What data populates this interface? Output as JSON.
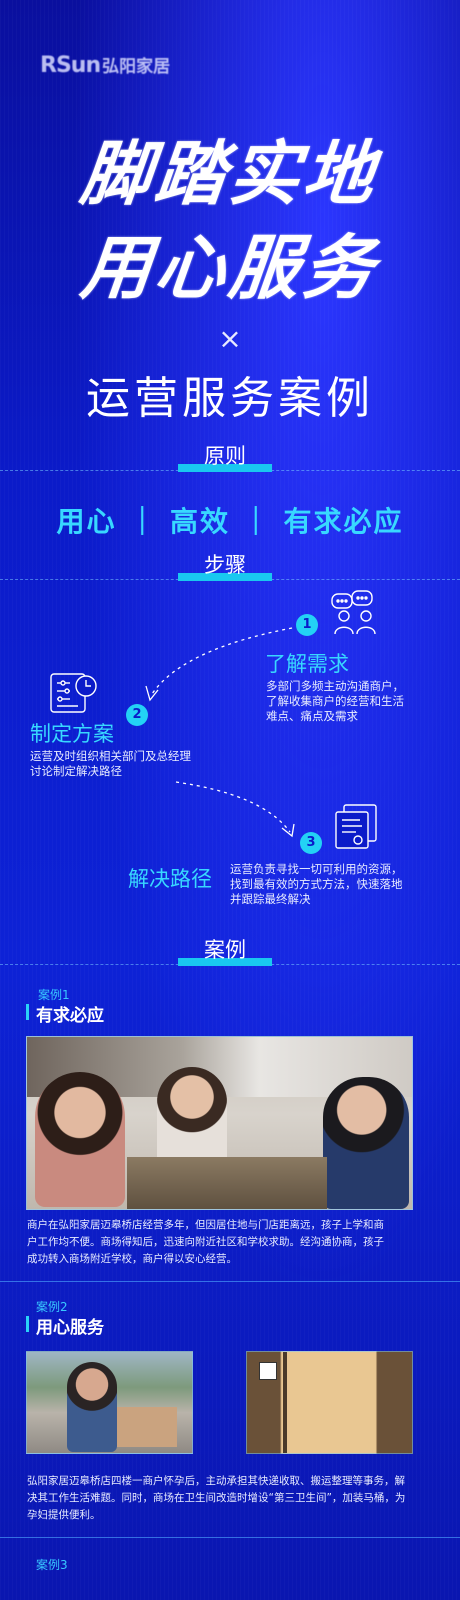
{
  "brand": {
    "logo_latin": "RSun",
    "logo_cn": "弘阳家居"
  },
  "hero": {
    "line1": "脚踏实地",
    "line2": "用心服务",
    "times": "×",
    "subtitle": "运营服务案例"
  },
  "principle": {
    "heading": "原则",
    "text": "用心 ｜ 高效 ｜ 有求必应"
  },
  "steps": {
    "heading": "步骤",
    "items": [
      {
        "num": "1",
        "title": "了解需求",
        "desc_lines": [
          "多部门多频主动沟通商户，",
          "了解收集商户的经营和生活",
          "难点、痛点及需求"
        ],
        "icon": "people-chat-icon"
      },
      {
        "num": "2",
        "title": "制定方案",
        "desc_lines": [
          "运营及时组织相关部门及总经理",
          "讨论制定解决路径"
        ],
        "icon": "plan-board-icon"
      },
      {
        "num": "3",
        "title": "解决路径",
        "desc_lines": [
          "运营负责寻找一切可利用的资源，",
          "找到最有效的方式方法，快速落地",
          "并跟踪最终解决"
        ],
        "icon": "document-icon"
      }
    ]
  },
  "cases": {
    "heading": "案例",
    "items": [
      {
        "label": "案例1",
        "title": "有求必应",
        "desc_lines": [
          "商户在弘阳家居迈皋桥店经营多年，但因居住地与门店距离远，孩子上学和商",
          "户工作均不便。商场得知后，迅速向附近社区和学校求助。经沟通协商，孩子",
          "成功转入商场附近学校，商户得以安心经营。"
        ]
      },
      {
        "label": "案例2",
        "title": "用心服务",
        "desc_lines": [
          "弘阳家居迈皋桥店四楼一商户怀孕后，主动承担其快递收取、搬运整理等事务，解",
          "决其工作生活难题。同时，商场在卫生间改造时增设“第三卫生间”，加装马桶，为",
          "孕妇提供便利。"
        ]
      },
      {
        "label": "案例3"
      }
    ]
  },
  "colors": {
    "accent": "#2ad2f8",
    "accent_text": "#38d8ff",
    "background": "#0b1bc9"
  }
}
